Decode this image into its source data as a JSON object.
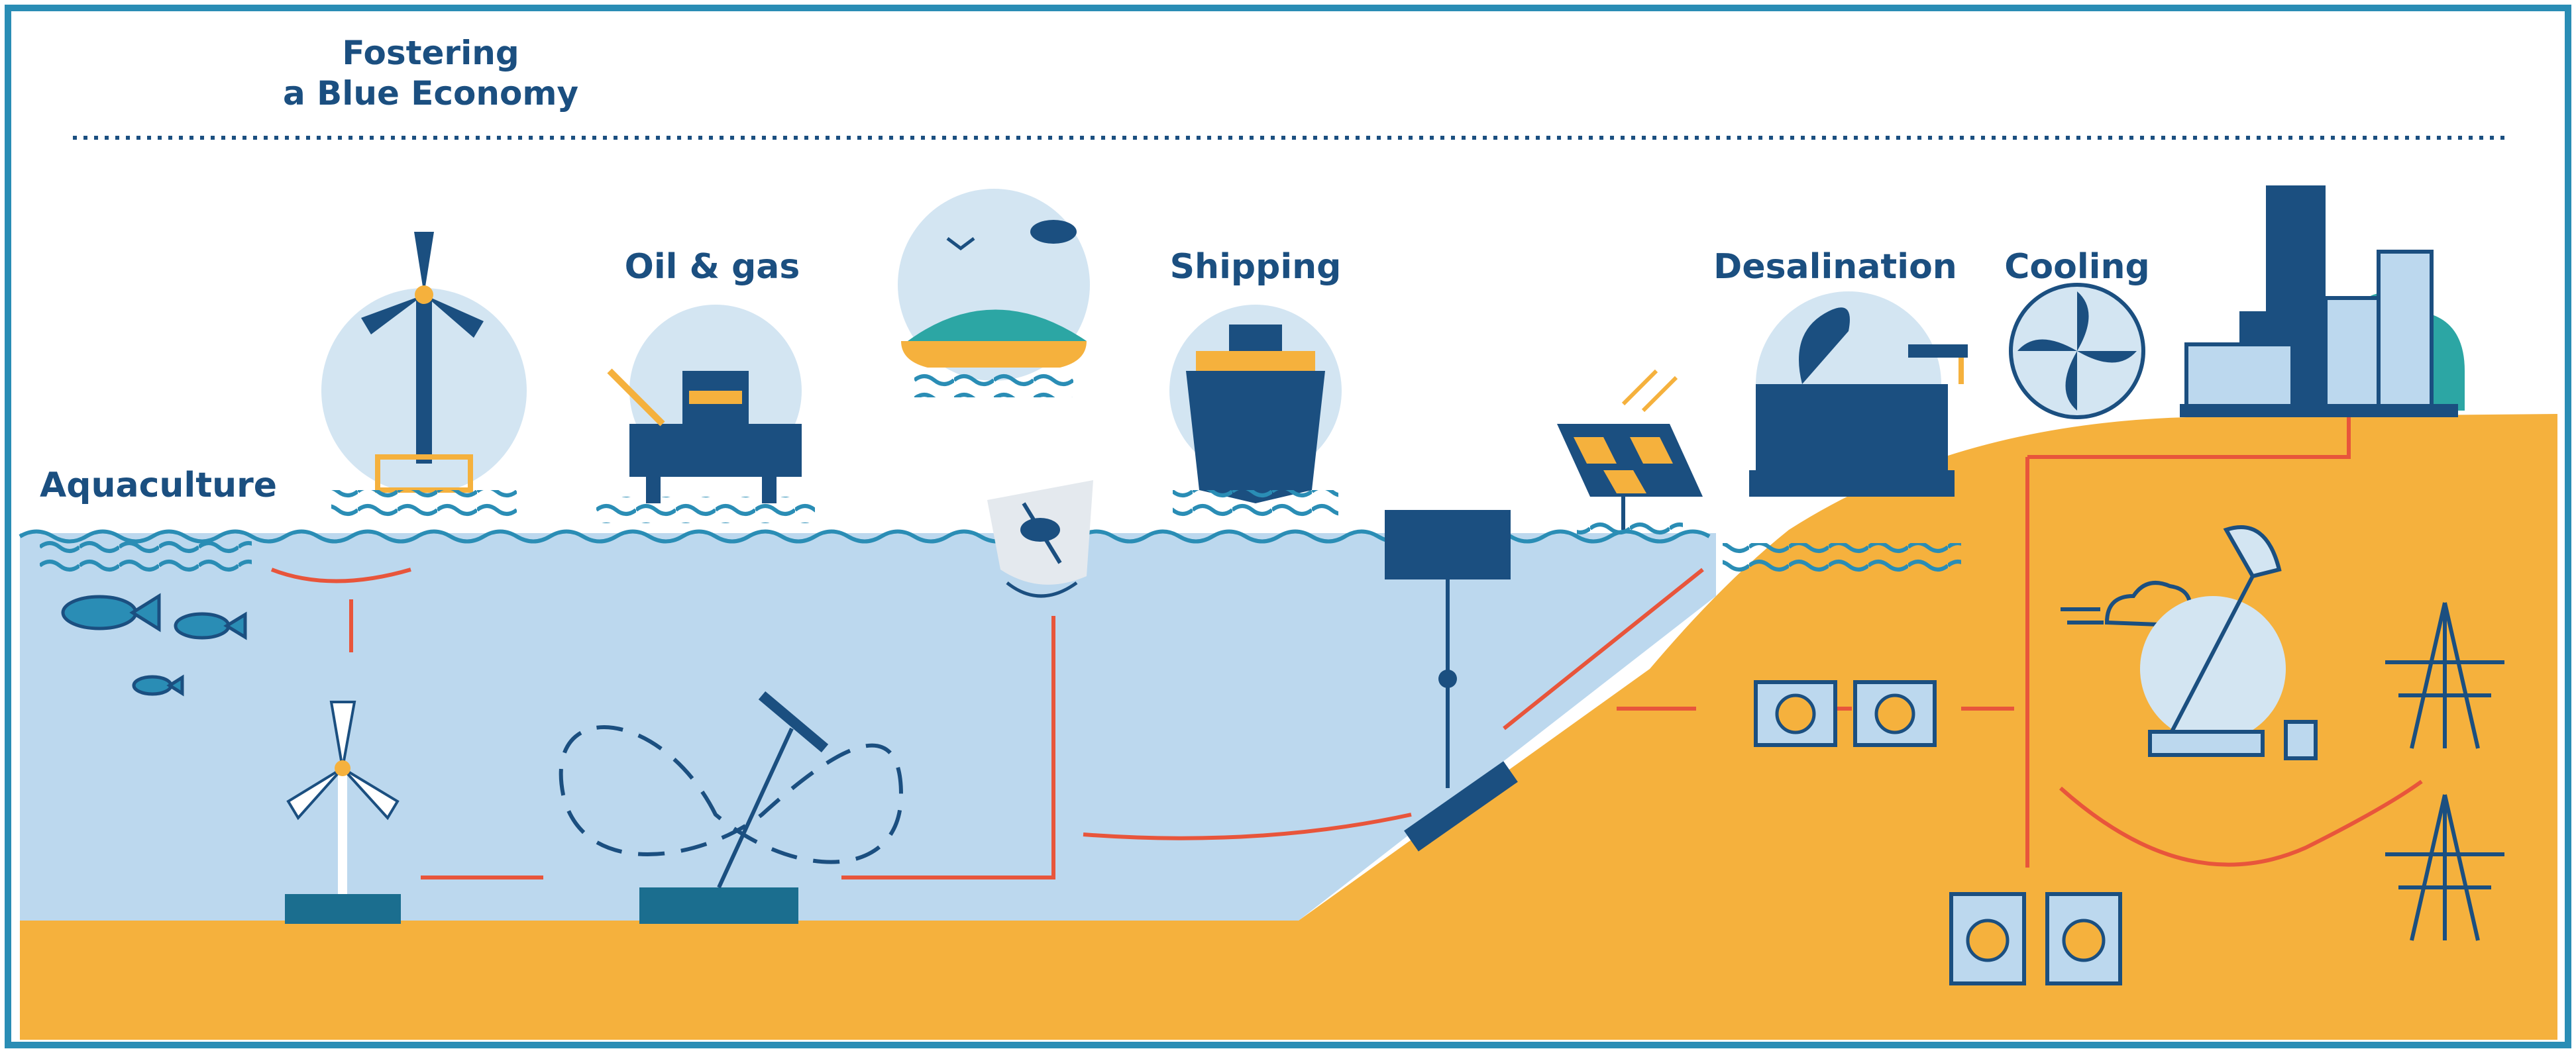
{
  "title": {
    "line1": "Fostering",
    "line2": "a Blue Economy"
  },
  "labels": {
    "aquaculture": "Aquaculture",
    "oil_gas": "Oil & gas",
    "shipping": "Shipping",
    "desalination": "Desalination",
    "cooling": "Cooling"
  },
  "colors": {
    "frame": "#2a8db5",
    "navy": "#1b4f80",
    "dark_navy": "#163b63",
    "water": "#bcd8ee",
    "land": "#f5b13d",
    "cable": "#e8553b",
    "teal": "#2ca6a4",
    "pale_circle": "#d3e5f2"
  },
  "icons": [
    "fish-icon",
    "floating-wind-turbine-icon",
    "oil-platform-icon",
    "island-icon",
    "cargo-ship-icon",
    "buoy-icon",
    "solar-panel-icon",
    "desalination-plant-icon",
    "cooling-fan-icon",
    "city-skyline-icon",
    "underwater-turbine-icon",
    "tidal-kite-icon",
    "wave-energy-converter-icon",
    "battery-icon",
    "wind-kite-generator-icon",
    "cloud-icon",
    "transmission-tower-icon"
  ]
}
